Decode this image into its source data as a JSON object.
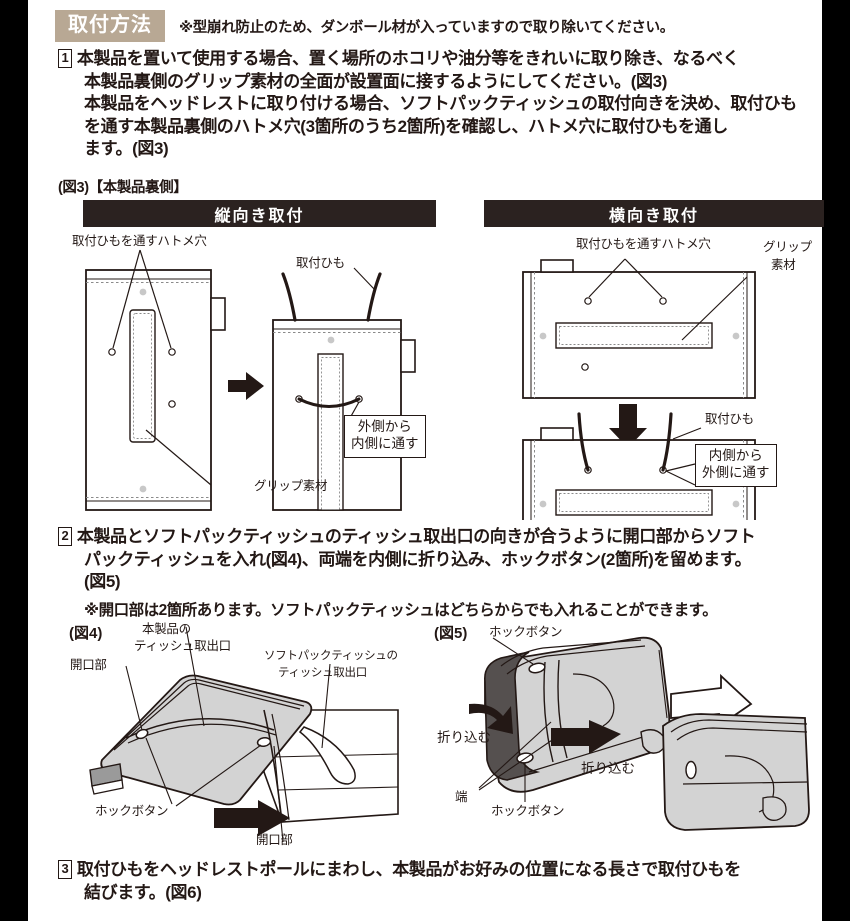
{
  "page": {
    "header": {
      "badge": "取付方法",
      "note": "※型崩れ防止のため、ダンボール材が入っていますので取り除いてください。"
    },
    "steps": [
      {
        "num": "1",
        "lines": [
          "本製品を置いて使用する場合、置く場所のホコリや油分等をきれいに取り除き、なるべく",
          "本製品裏側のグリップ素材の全面が設置面に接するようにしてください。(図3)",
          "本製品をヘッドレストに取り付ける場合、ソフトパックティッシュの取付向きを決め、取付ひも",
          "を通す本製品裏側のハトメ穴(3箇所のうち2箇所)を確認し、ハトメ穴に取付ひもを通し",
          "ます。(図3)"
        ],
        "note": ""
      },
      {
        "num": "2",
        "lines": [
          "本製品とソフトパックティッシュのティッシュ取出口の向きが合うように開口部からソフト",
          "パックティッシュを入れ(図4)、両端を内側に折り込み、ホックボタン(2箇所)を留めます。",
          "(図5)"
        ],
        "note": "※開口部は2箇所あります。ソフトパックティッシュはどちらからでも入れることができます。"
      },
      {
        "num": "3",
        "lines": [
          "取付ひもをヘッドレストポールにまわし、本製品がお好みの位置になる長さで取付ひもを",
          "結びます。(図6)"
        ],
        "note": ""
      }
    ],
    "fig3": {
      "caption": "(図3)【本製品裏側】",
      "bar_vertical": "縦向き取付",
      "bar_horizontal": "横向き取付",
      "left": {
        "label_grommet": "取付ひもを通すハトメ穴",
        "label_grip": "グリップ素材",
        "label_cord": "取付ひも",
        "callout": "外側から\n内側に通す",
        "callout_line1": "外側から",
        "callout_line2": "内側に通す"
      },
      "right": {
        "label_grommet": "取付ひもを通すハトメ穴",
        "label_grip_line1": "グリップ",
        "label_grip_line2": "素材",
        "label_cord": "取付ひも",
        "callout_line1": "内側から",
        "callout_line2": "外側に通す"
      }
    },
    "fig4": {
      "caption": "(図4)",
      "label_product_outlet_l1": "本製品の",
      "label_product_outlet_l2": "ティッシュ取出口",
      "label_tissue_outlet_l1": "ソフトパックティッシュの",
      "label_tissue_outlet_l2": "ティッシュ取出口",
      "label_opening_top": "開口部",
      "label_opening_bottom": "開口部",
      "label_hook": "ホックボタン"
    },
    "fig5": {
      "caption": "(図5)",
      "label_hook_top": "ホックボタン",
      "label_hook_bottom": "ホックボタン",
      "label_fold_left": "折り込む",
      "label_fold_right": "折り込む",
      "label_edge": "端"
    },
    "colors": {
      "badge_bg": "#b8a894",
      "titlebar_bg": "#2b2220",
      "ink": "#231815",
      "fabric_fill": "#d3d3d3",
      "fabric_dark": "#8a8a8a",
      "edge_bar": "#000000"
    }
  }
}
